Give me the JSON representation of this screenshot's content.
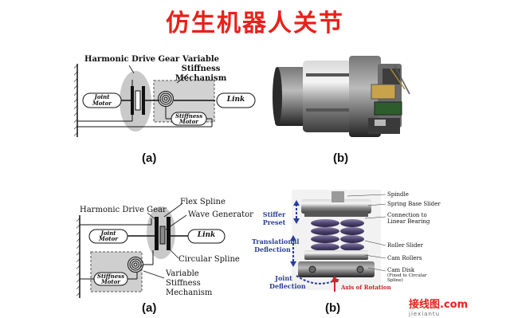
{
  "title": "仿生机器人关节",
  "colors": {
    "title": "#e8211a",
    "watermark": "#e8211a"
  },
  "fig_top": {
    "harmonic_drive_gear": "Harmonic Drive Gear",
    "variable_stiffness_mechanism": "Variable Stiffness Mechanism",
    "joint_motor": "Joint Motor",
    "stiffness_motor": "Stiffness Motor",
    "link": "Link",
    "caption_a": "(a)",
    "caption_b": "(b)"
  },
  "fig_bottom": {
    "harmonic_drive_gear": "Harmonic Drive Gear",
    "flex_spline": "Flex Spline",
    "wave_generator": "Wave Generator",
    "circular_spline": "Circular Spline",
    "variable_stiffness_mechanism": "Variable Stiffness Mechanism",
    "joint_motor": "Joint Motor",
    "stiffness_motor": "Stiffness Motor",
    "link": "Link",
    "caption_a": "(a)",
    "caption_b": "(b)"
  },
  "photo_labels": {
    "stiffer_preset": "Stiffer Preset",
    "translational_deflection": "Translational Deflection",
    "joint_deflection": "Joint Deflection",
    "spindle": "Spindle",
    "spring_base_slider": "Spring Base Slider",
    "connection_to_linear_bearing": "Connection to Linear Bearing",
    "roller_slider": "Roller Slider",
    "cam_rollers": "Cam Rollers",
    "cam_disk": "Cam Disk",
    "cam_disk_note": "(Fixed to Circular Spline)",
    "axis_of_rotation": "Axis of Rotation"
  },
  "watermark": {
    "main": "接线图",
    "domain": ".com",
    "sub": "jiexiantu"
  }
}
